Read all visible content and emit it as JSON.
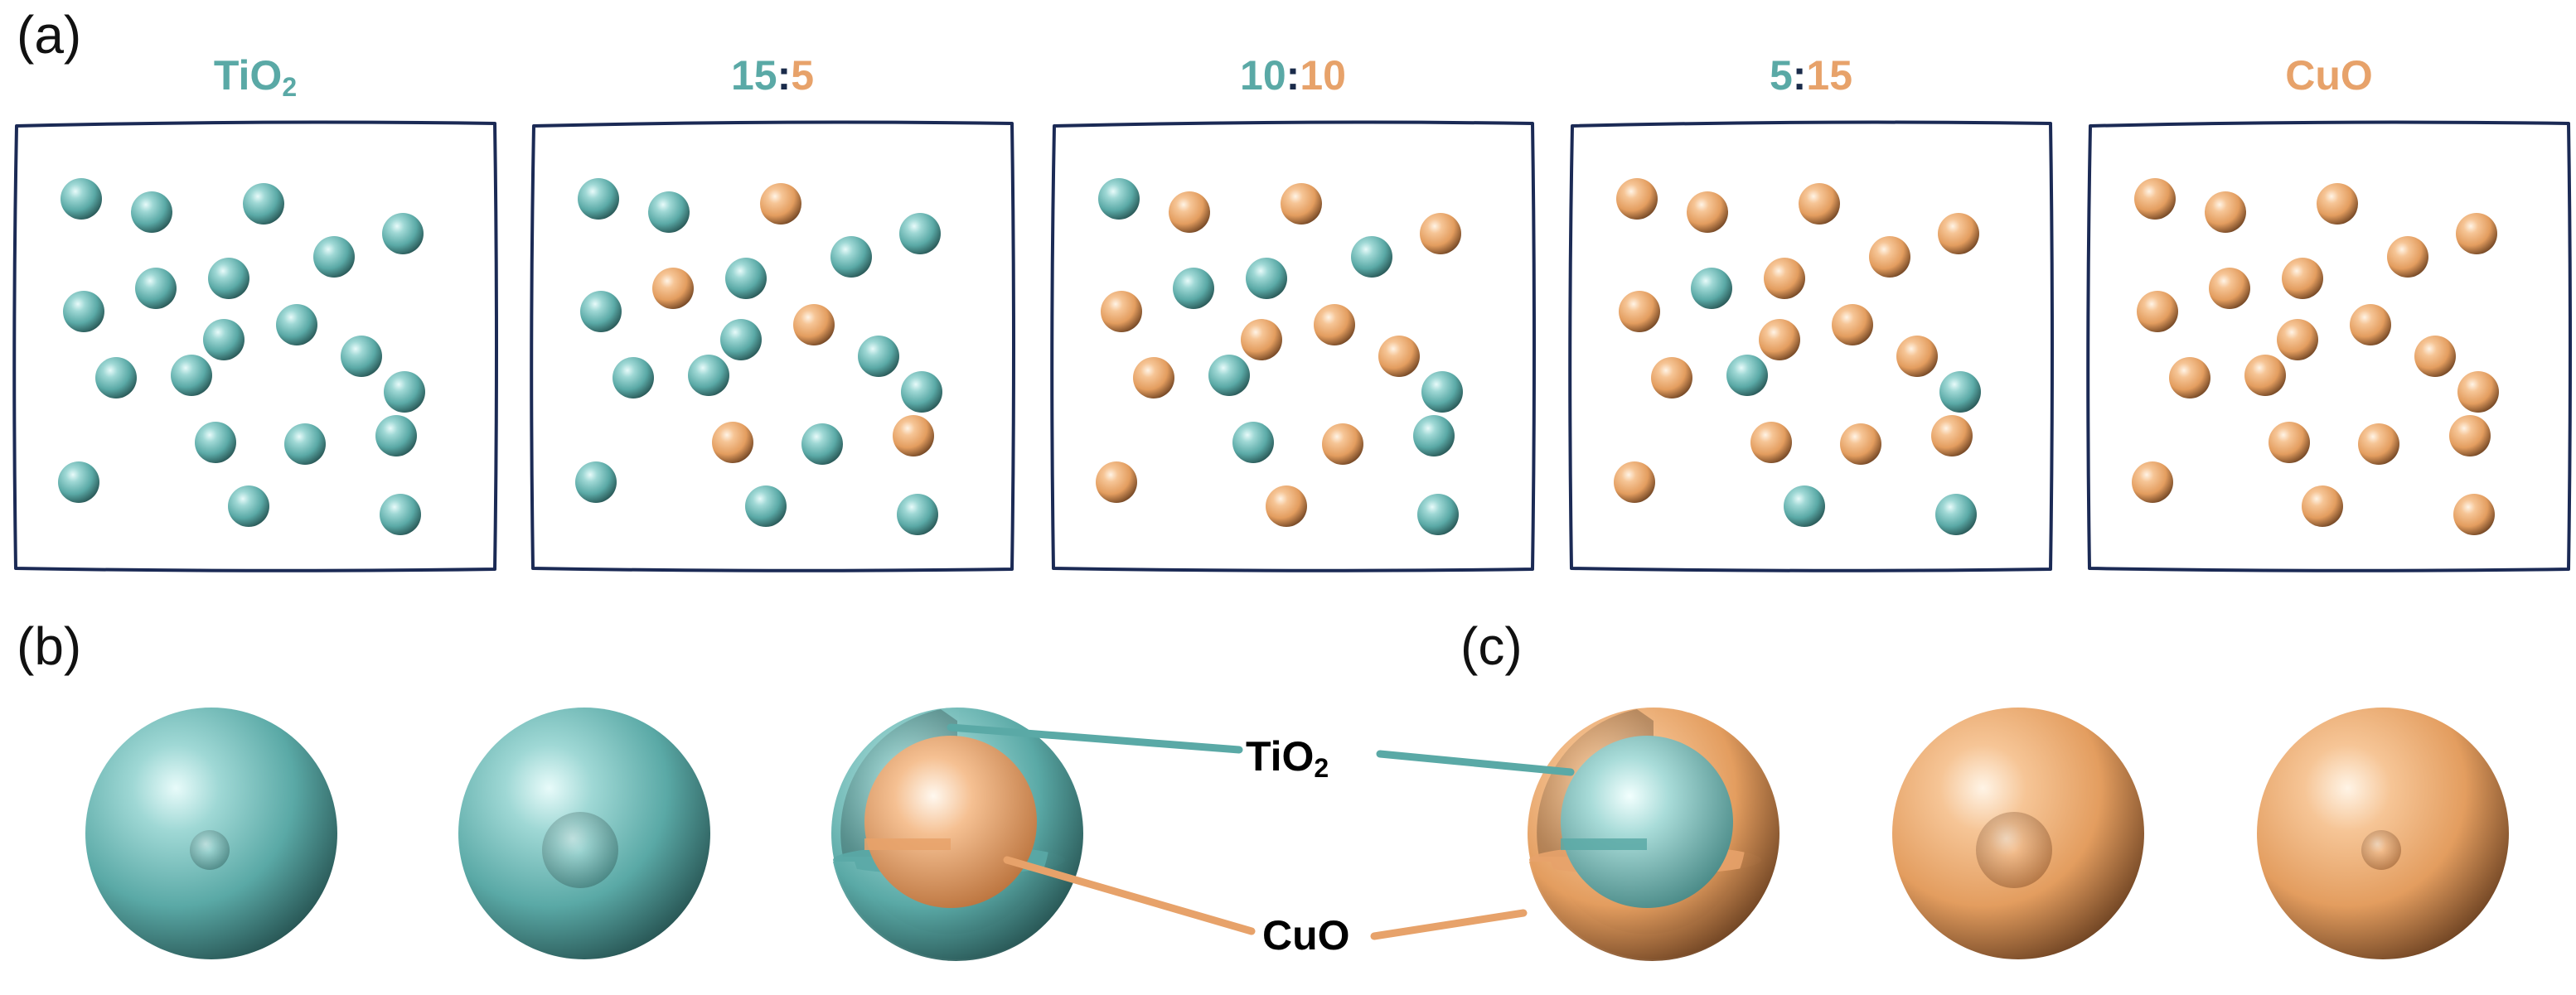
{
  "colors": {
    "tio2": "#5aa9a6",
    "cuo": "#e7a26a",
    "separator": "#1a2b4a",
    "frame": "#1b2a55"
  },
  "panel_labels": {
    "a": "(a)",
    "b": "(b)",
    "c": "(c)"
  },
  "compositions": [
    {
      "parts": [
        {
          "text": "TiO",
          "sub": "2",
          "material": "tio2"
        }
      ]
    },
    {
      "parts": [
        {
          "text": "15",
          "material": "tio2"
        },
        {
          "text": ":",
          "material": "separator"
        },
        {
          "text": "5",
          "material": "cuo"
        }
      ]
    },
    {
      "parts": [
        {
          "text": "10",
          "material": "tio2"
        },
        {
          "text": ":",
          "material": "separator"
        },
        {
          "text": "10",
          "material": "cuo"
        }
      ]
    },
    {
      "parts": [
        {
          "text": "5",
          "material": "tio2"
        },
        {
          "text": ":",
          "material": "separator"
        },
        {
          "text": "15",
          "material": "cuo"
        }
      ]
    },
    {
      "parts": [
        {
          "text": "CuO",
          "material": "cuo"
        }
      ]
    }
  ],
  "boxes": [
    {
      "particles": [
        "tio2",
        "tio2",
        "tio2",
        "tio2",
        "tio2",
        "tio2",
        "tio2",
        "tio2",
        "tio2",
        "tio2",
        "tio2",
        "tio2",
        "tio2",
        "tio2",
        "tio2",
        "tio2",
        "tio2",
        "tio2",
        "tio2",
        "tio2"
      ]
    },
    {
      "particles": [
        "tio2",
        "tio2",
        "cuo",
        "tio2",
        "tio2",
        "tio2",
        "cuo",
        "tio2",
        "cuo",
        "tio2",
        "tio2",
        "tio2",
        "tio2",
        "tio2",
        "cuo",
        "tio2",
        "cuo",
        "tio2",
        "tio2",
        "tio2"
      ]
    },
    {
      "particles": [
        "tio2",
        "cuo",
        "cuo",
        "tio2",
        "cuo",
        "cuo",
        "tio2",
        "tio2",
        "cuo",
        "cuo",
        "cuo",
        "tio2",
        "cuo",
        "tio2",
        "tio2",
        "cuo",
        "tio2",
        "cuo",
        "cuo",
        "tio2"
      ]
    },
    {
      "particles": [
        "cuo",
        "cuo",
        "cuo",
        "cuo",
        "cuo",
        "cuo",
        "tio2",
        "cuo",
        "cuo",
        "cuo",
        "cuo",
        "tio2",
        "cuo",
        "tio2",
        "cuo",
        "cuo",
        "cuo",
        "cuo",
        "tio2",
        "tio2"
      ]
    },
    {
      "particles": [
        "cuo",
        "cuo",
        "cuo",
        "cuo",
        "cuo",
        "cuo",
        "cuo",
        "cuo",
        "cuo",
        "cuo",
        "cuo",
        "cuo",
        "cuo",
        "cuo",
        "cuo",
        "cuo",
        "cuo",
        "cuo",
        "cuo",
        "cuo"
      ]
    }
  ],
  "callouts": {
    "tio2": {
      "text": "TiO",
      "sub": "2"
    },
    "cuo": {
      "text": "CuO"
    }
  },
  "spheres": [
    {
      "shell": "tio2",
      "core": "tio2",
      "core_size": "small",
      "style": "whole"
    },
    {
      "shell": "tio2",
      "core": "tio2",
      "core_size": "large",
      "style": "whole"
    },
    {
      "shell": "tio2",
      "core": "cuo",
      "style": "cutaway"
    },
    {
      "shell": "cuo",
      "core": "tio2",
      "style": "cutaway"
    },
    {
      "shell": "cuo",
      "core": "cuo",
      "core_size": "large",
      "style": "whole"
    },
    {
      "shell": "cuo",
      "core": "cuo",
      "core_size": "small",
      "style": "whole"
    }
  ]
}
